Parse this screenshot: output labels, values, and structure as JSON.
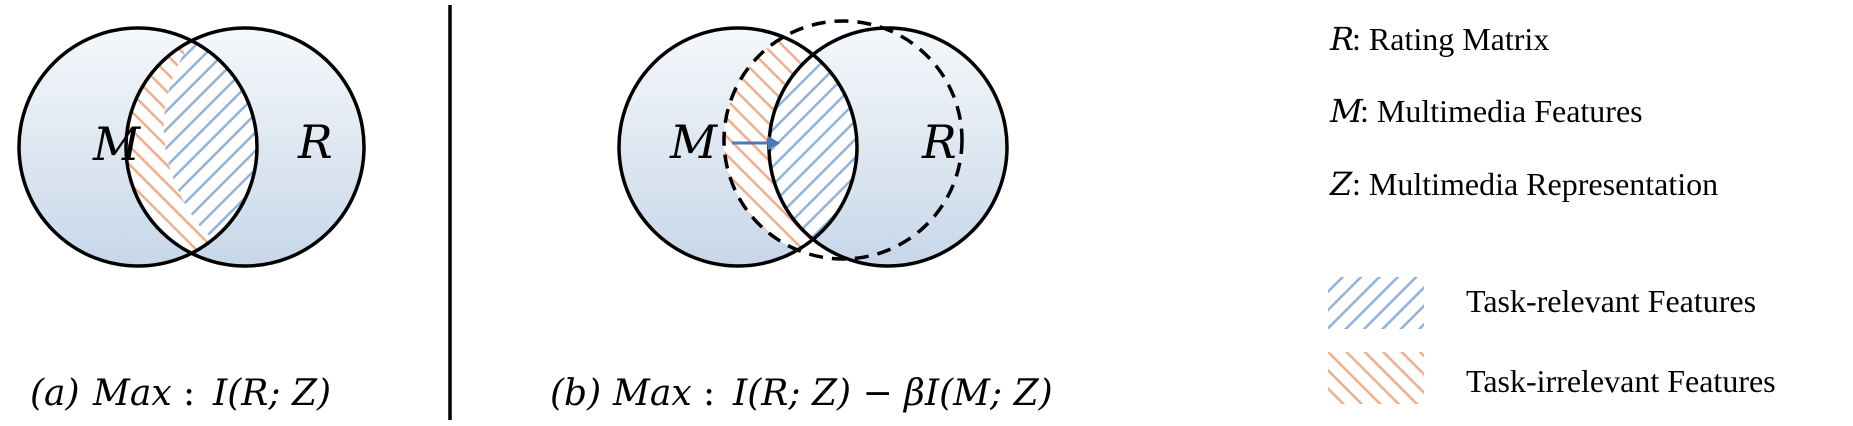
{
  "panel_a": {
    "label_m": "M",
    "label_r": "R",
    "caption_tag": "(a)",
    "caption_max": "Max",
    "caption_colon": ":",
    "caption_expr": "I(R; Z)"
  },
  "panel_b": {
    "label_m": "M",
    "label_r": "R",
    "caption_tag": "(b)",
    "caption_max": "Max",
    "caption_colon": ":",
    "caption_expr": "I(R; Z) − βI(M; Z)"
  },
  "legend": {
    "defs": [
      {
        "symbol": "R",
        "text": ": Rating Matrix"
      },
      {
        "symbol": "M",
        "text": ": Multimedia Features"
      },
      {
        "symbol": "Z",
        "text": ": Multimedia Representation"
      }
    ],
    "relevant_label": "Task-relevant Features",
    "irrelevant_label": "Task-irrelevant Features"
  },
  "colors": {
    "relevant_hatch": "#8fb3d9",
    "irrelevant_hatch": "#f2ad8a",
    "circle_fill_top": "#f4f7fb",
    "circle_fill_bottom": "#c9d9ea",
    "arrow": "#4a7ab8",
    "stroke": "#000000"
  }
}
